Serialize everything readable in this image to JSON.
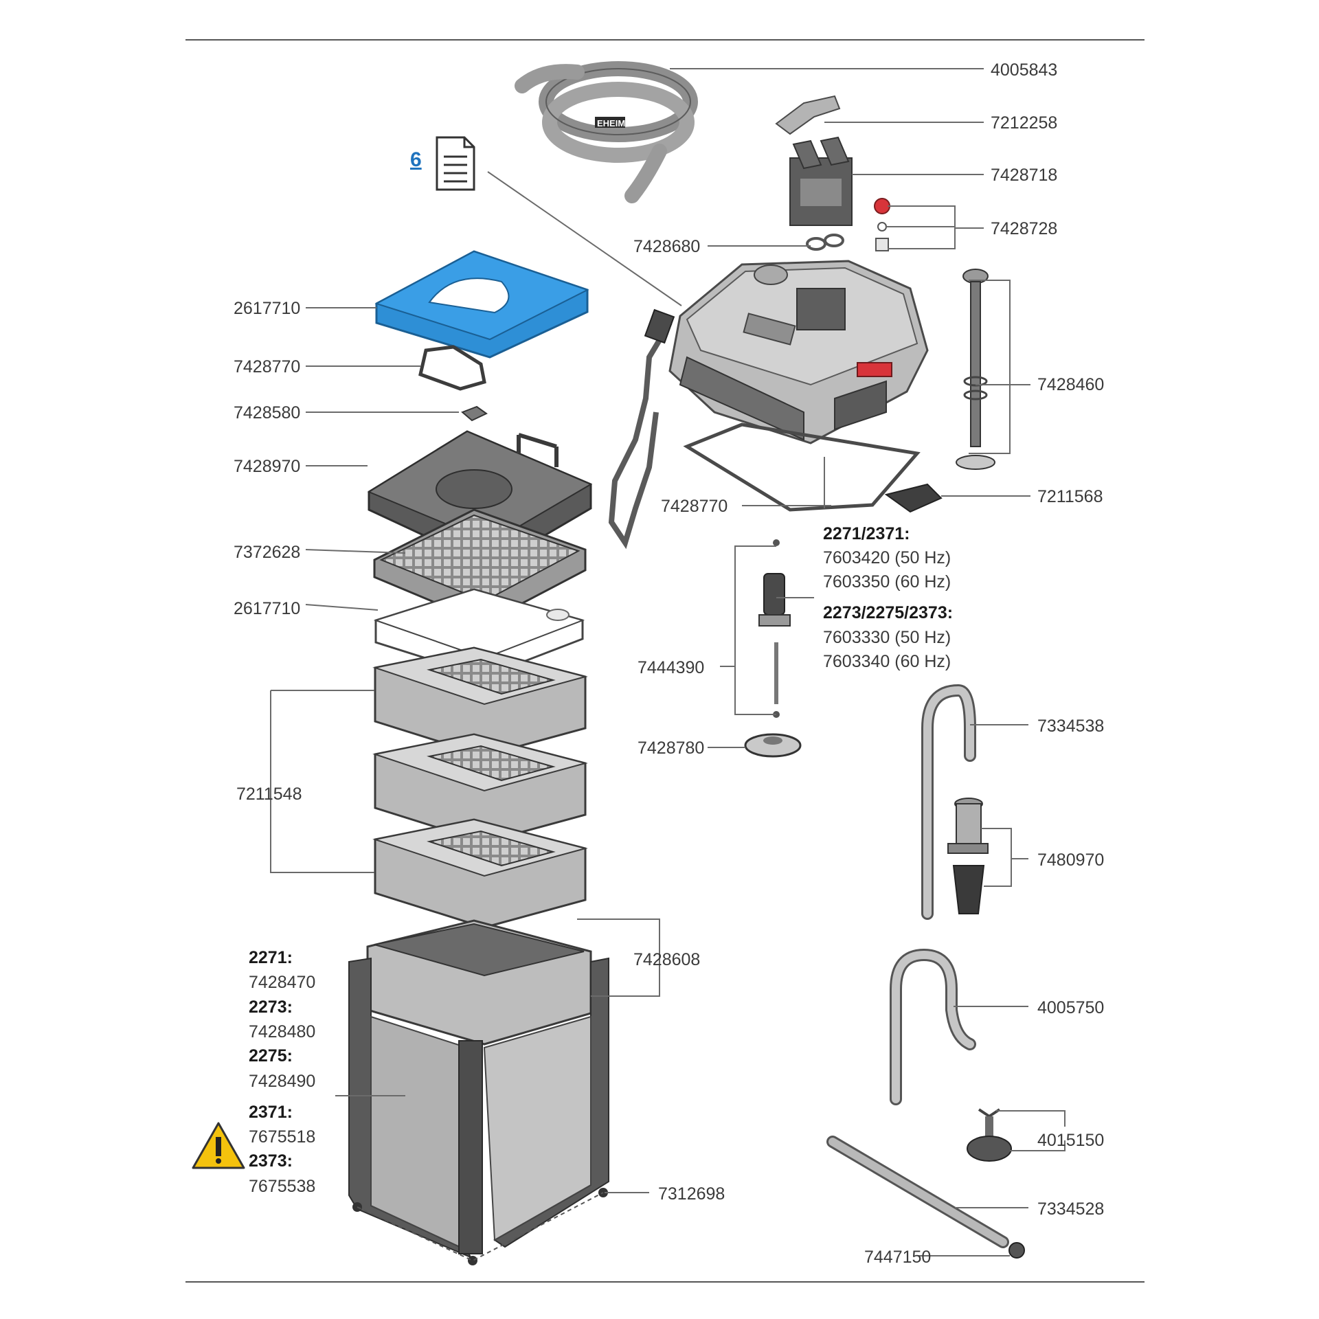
{
  "doc_link": {
    "label": "6",
    "icon": "document-icon"
  },
  "colors": {
    "highlight_blue": "#2e8fd6",
    "housing_grey": "#a9a9a9",
    "dark_grey": "#4a4a4a",
    "red_part": "#d8343a",
    "warning_yellow": "#f4c20d"
  },
  "part_numbers": {
    "hose": "4005843",
    "clip": "7212258",
    "connector_block": "7428718",
    "pressure_valve": "7428728",
    "connector_seal": "7428680",
    "blue_pad": "2617710",
    "lid_seal_ring": "7428770",
    "latch": "7428580",
    "top_basket": "7428970",
    "sieve_plate": "7372628",
    "white_pad": "2617710",
    "pump_head_seal": "7428770",
    "valve_stem": "7428460",
    "switch_part": "7211568",
    "baskets": "7211548",
    "impeller_shaft": "7444390",
    "impeller_cover": "7428780",
    "basket_frame": "7428608",
    "feet": "7312698",
    "intake_pipe": "7334538",
    "strainer": "7480970",
    "outlet_pipe": "4005750",
    "suction_cup": "4015150",
    "spray_bar": "7334528",
    "end_cap": "7447150"
  },
  "impeller_variants": {
    "group_a_title": "2271/2371:",
    "group_a_50": "7603420 (50 Hz)",
    "group_a_60": "7603350 (60 Hz)",
    "group_b_title": "2273/2275/2373:",
    "group_b_50": "7603330 (50 Hz)",
    "group_b_60": "7603340 (60 Hz)"
  },
  "canister_variants": [
    {
      "model": "2271:",
      "part": "7428470"
    },
    {
      "model": "2273:",
      "part": "7428480"
    },
    {
      "model": "2275:",
      "part": "7428490"
    },
    {
      "model": "2371:",
      "part": "7675518"
    },
    {
      "model": "2373:",
      "part": "7675538"
    }
  ],
  "hose_brand": "EHEIM",
  "warning_icon": "warning-icon"
}
